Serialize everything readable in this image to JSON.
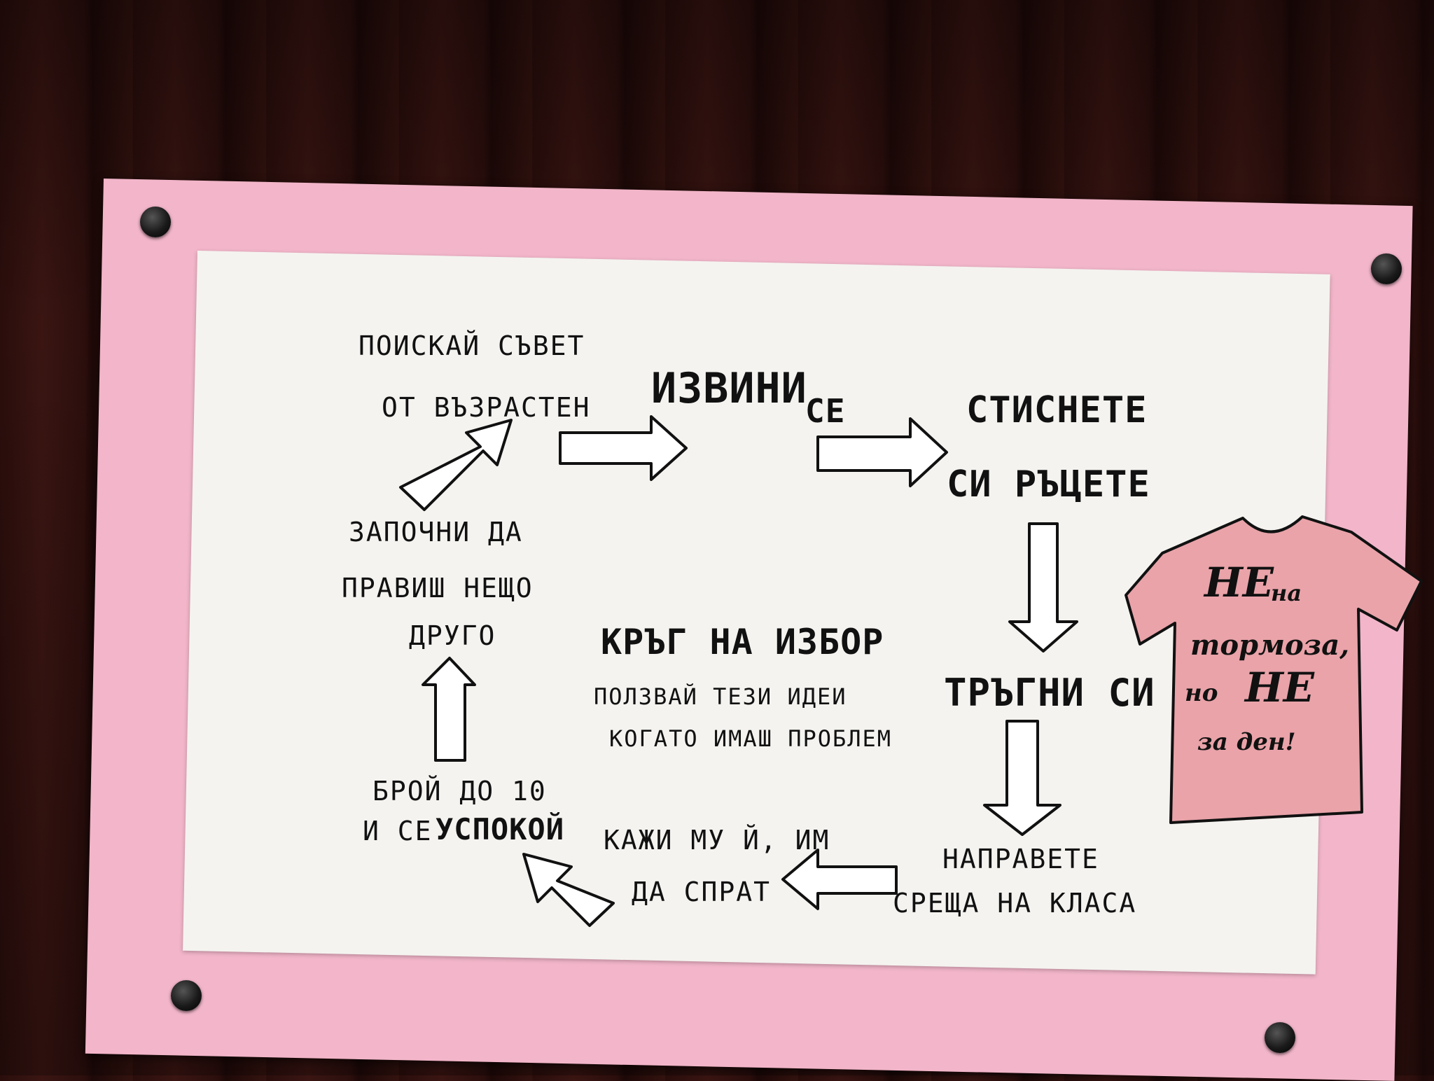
{
  "poster": {
    "title": "КРЪГ НА ИЗБОР",
    "subtitle_line1": "ПОЛЗВАЙ ТЕЗИ ИДЕИ",
    "subtitle_line2": "КОГАТО ИМАШ ПРОБЛЕМ",
    "steps": {
      "ask_line1": "ПОИСКАЙ СЪВЕТ",
      "ask_line2": "ОТ ВЪЗРАСТЕН",
      "apologize_word": "ИЗВИНИ",
      "apologize_suffix": "СЕ",
      "shake_line1": "СТИСНЕТЕ",
      "shake_line2": "СИ РЪЦЕТЕ",
      "leave": "ТРЪГНИ СИ",
      "meeting_line1": "НАПРАВЕТЕ",
      "meeting_line2": "СРЕЩА НА КЛАСА",
      "tell_line1": "КАЖИ МУ Й, ИМ",
      "tell_line2": "ДА СПРАТ",
      "count_line1": "БРОЙ ДО 10",
      "count_line2a": "И СЕ",
      "count_line2b": "УСПОКОЙ",
      "start_line1": "ЗАПОЧНИ ДА",
      "start_line2": "ПРАВИШ НЕЩО",
      "start_line3": "ДРУГО"
    }
  },
  "tshirt": {
    "line1a": "НЕ",
    "line1b": "на",
    "line2": "тормоза,",
    "line3a": "но",
    "line3b": "НЕ",
    "line4": "за ден!"
  },
  "colors": {
    "pink_paper": "#f2b5c9",
    "white_paper": "#f4f3f0",
    "shirt_fill": "#e9a3a9",
    "door": "#2f1210"
  }
}
